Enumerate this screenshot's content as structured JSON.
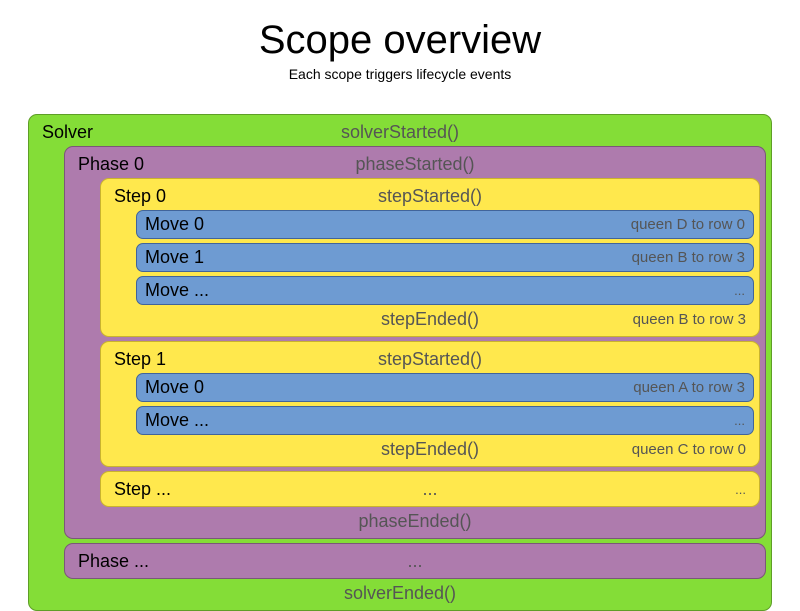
{
  "header": {
    "title": "Scope overview",
    "subtitle": "Each scope triggers lifecycle events"
  },
  "colors": {
    "solver": "#84DD37",
    "phase": "#AE7BAD",
    "step": "#FFE84D",
    "move": "#6E9BD2",
    "event_text": "#555555",
    "label_text": "#000000"
  },
  "diagram": {
    "solver": {
      "label": "Solver",
      "started_event": "solverStarted()",
      "ended_event": "solverEnded()",
      "phases": [
        {
          "label": "Phase 0",
          "started_event": "phaseStarted()",
          "ended_event": "phaseEnded()",
          "steps": [
            {
              "label": "Step 0",
              "started_event": "stepStarted()",
              "ended_event": "stepEnded()",
              "ended_detail": "queen B to row 3",
              "moves": [
                {
                  "label": "Move 0",
                  "detail": "queen D to row 0"
                },
                {
                  "label": "Move 1",
                  "detail": "queen B to row 3"
                },
                {
                  "label": "Move ...",
                  "detail": "..."
                }
              ]
            },
            {
              "label": "Step 1",
              "started_event": "stepStarted()",
              "ended_event": "stepEnded()",
              "ended_detail": "queen C to row 0",
              "moves": [
                {
                  "label": "Move 0",
                  "detail": "queen A to row 3"
                },
                {
                  "label": "Move ...",
                  "detail": "..."
                }
              ]
            },
            {
              "label": "Step ...",
              "started_event": "...",
              "started_detail": "...",
              "moves": []
            }
          ]
        },
        {
          "label": "Phase ...",
          "started_event": "...",
          "steps": []
        }
      ]
    }
  }
}
